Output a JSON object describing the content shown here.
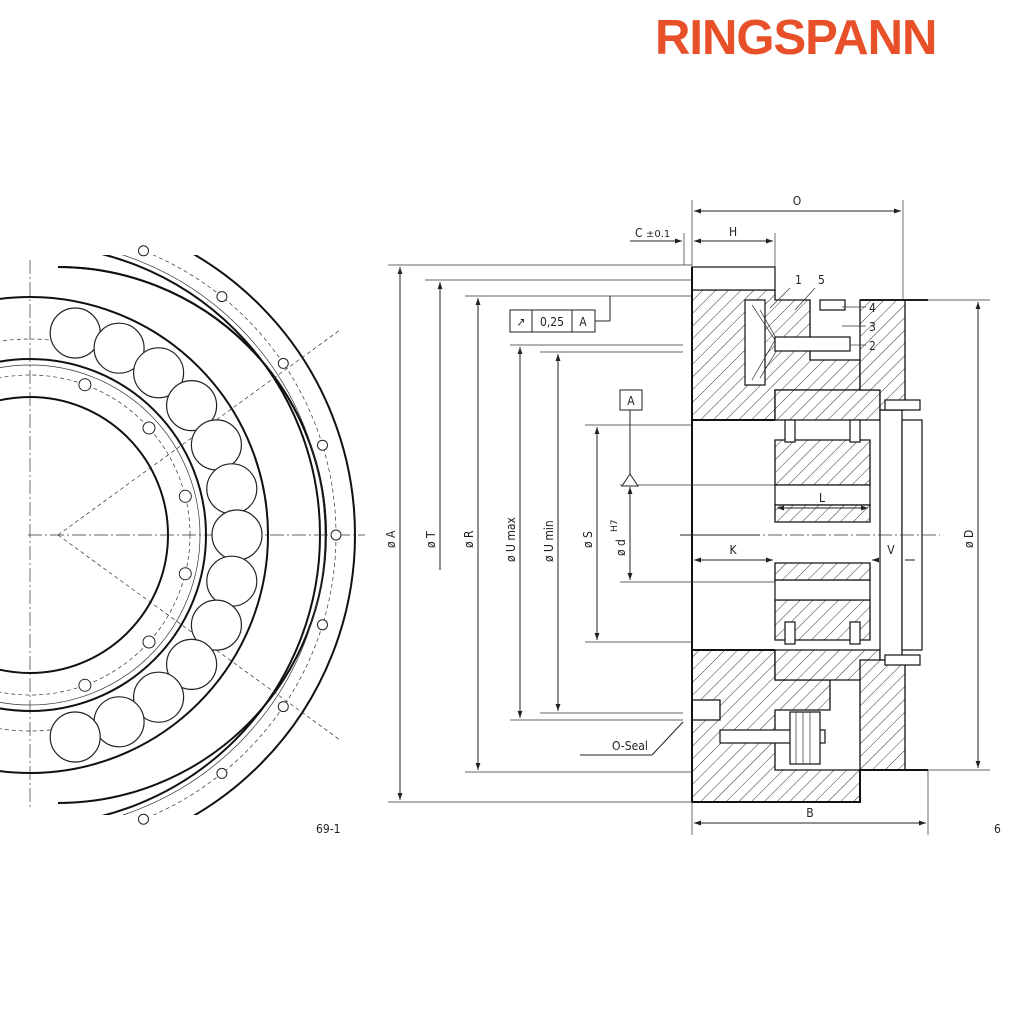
{
  "brand": {
    "name": "RINGSPANN",
    "color": "#e8502a"
  },
  "figure_left": {
    "code": "69-1"
  },
  "figure_right": {
    "code_partial": "6"
  },
  "dimensions": {
    "O": "O",
    "H": "H",
    "C": "C",
    "C_tol": "±0.1",
    "A": "ø A",
    "T": "ø T",
    "R": "ø R",
    "U_max": "ø U max",
    "U_min": "ø U min",
    "S": "ø S",
    "d": "ø d",
    "d_fit": "H7",
    "D": "ø D",
    "B": "B",
    "K": "K",
    "L": "L",
    "V": "V"
  },
  "tolerance_frame": {
    "symbol": "↗",
    "value": "0,25",
    "datum": "A"
  },
  "datum_label": "A",
  "part_numbers": [
    "1",
    "5",
    "4",
    "3",
    "2"
  ],
  "callouts": {
    "oseal": "O-Seal"
  }
}
